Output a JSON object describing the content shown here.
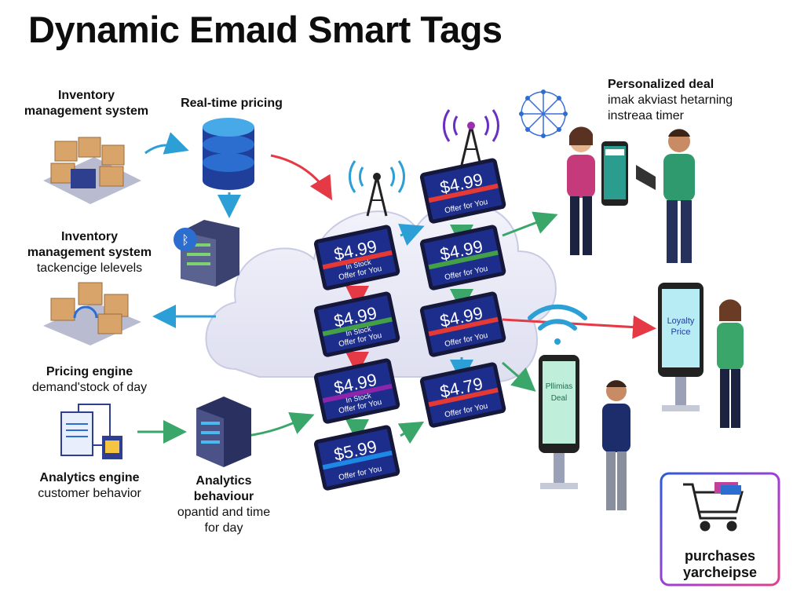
{
  "title": "Dynamic Emaıd Smart Tags",
  "labels": {
    "inventory1": {
      "line1": "Inventory",
      "line2": "management system"
    },
    "realtime": "Real-time pricing",
    "inventory2": {
      "line1": "Inventory",
      "line2": "management system",
      "line3": "tackencige lelevels"
    },
    "pricing": {
      "line1": "Pricing engine",
      "line2": "demand'stock of day"
    },
    "analytics_engine": {
      "line1": "Analytics engine",
      "line2": "customer behavior"
    },
    "analytics_behaviour": {
      "line1": "Analytics",
      "line2": "behaviour",
      "line3": "opantid and time",
      "line4": "for day"
    },
    "personalized": {
      "line1": "Personalized deal",
      "line2": "imak akviast hetarning",
      "line3": "instreaa timer"
    },
    "purchases": {
      "line1": "purchases",
      "line2": "yarcheipse"
    }
  },
  "tags": [
    {
      "price": "$4.99",
      "line1": "In Stock",
      "line2": "Offer for You",
      "accent": "#e53935"
    },
    {
      "price": "$4.99",
      "line1": "In Stock",
      "line2": "Offer for You",
      "accent": "#43a047"
    },
    {
      "price": "$4.99",
      "line1": "In Stock",
      "line2": "Offer for You",
      "accent": "#8e24aa"
    },
    {
      "price": "$5.99",
      "line1": "",
      "line2": "Offer for You",
      "accent": "#1e88e5"
    },
    {
      "price": "$4.99",
      "line1": "",
      "line2": "Offer for You",
      "accent": "#e53935"
    },
    {
      "price": "$4.99",
      "line1": "",
      "line2": "Offer for You",
      "accent": "#43a047"
    },
    {
      "price": "$4.99",
      "line1": "",
      "line2": "Offer for You",
      "accent": "#e53935"
    },
    {
      "price": "$4.79",
      "line1": "",
      "line2": "Offer for You",
      "accent": "#e53935"
    }
  ],
  "kiosks": {
    "phone_screen": "",
    "kiosk_right": {
      "line1": "Loyalty",
      "line2": "Price"
    },
    "kiosk_mid": {
      "line1": "Pllimias",
      "line2": "Deal"
    }
  },
  "colors": {
    "arrow_red": "#e53945",
    "arrow_blue": "#2b9fd6",
    "arrow_green": "#3aa66a",
    "tag_bg": "#1d2d8c"
  },
  "icons": [
    "boxes-icon",
    "database-icon",
    "server-icon",
    "bluetooth-icon",
    "documents-icon",
    "antenna-icon",
    "wifi-icon",
    "network-icon",
    "cart-icon"
  ]
}
